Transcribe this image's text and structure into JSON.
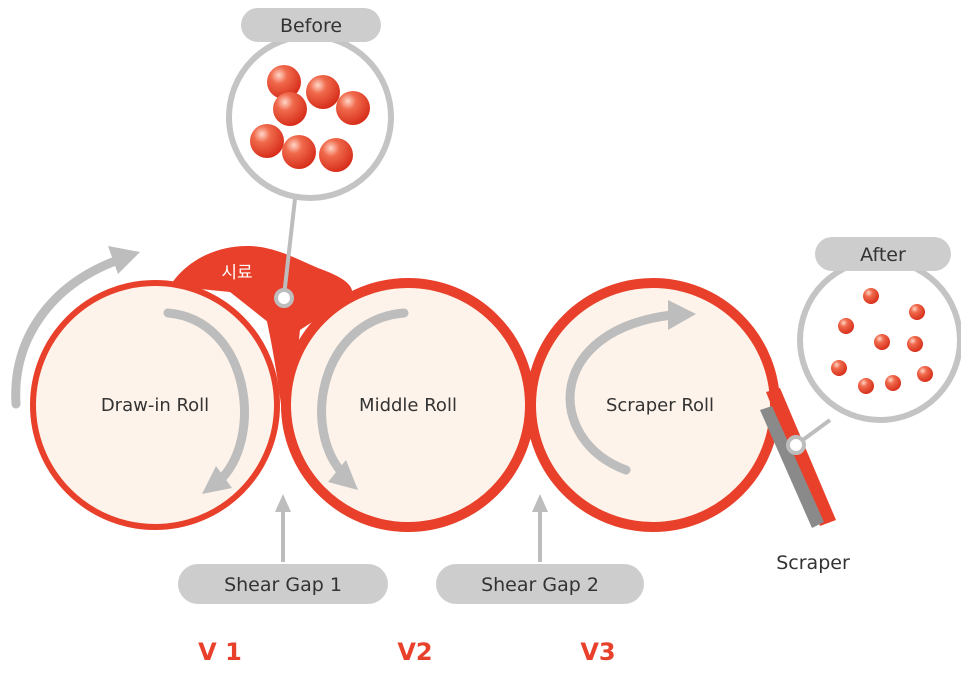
{
  "labels": {
    "before": "Before",
    "after": "After",
    "sample": "시료",
    "scraper": "Scraper",
    "shear_gap_1": "Shear Gap 1",
    "shear_gap_2": "Shear Gap 2"
  },
  "rolls": [
    {
      "name": "Draw-in Roll",
      "velocity": "V 1"
    },
    {
      "name": "Middle Roll",
      "velocity": "V2"
    },
    {
      "name": "Scraper Roll",
      "velocity": "V3"
    }
  ],
  "colors": {
    "accent": "#e8402a",
    "roll_fill": "#fdf3ea",
    "arrow_gray": "#bdbdbd",
    "pill_gray": "#cdcdcd",
    "text_dark": "#333333"
  }
}
